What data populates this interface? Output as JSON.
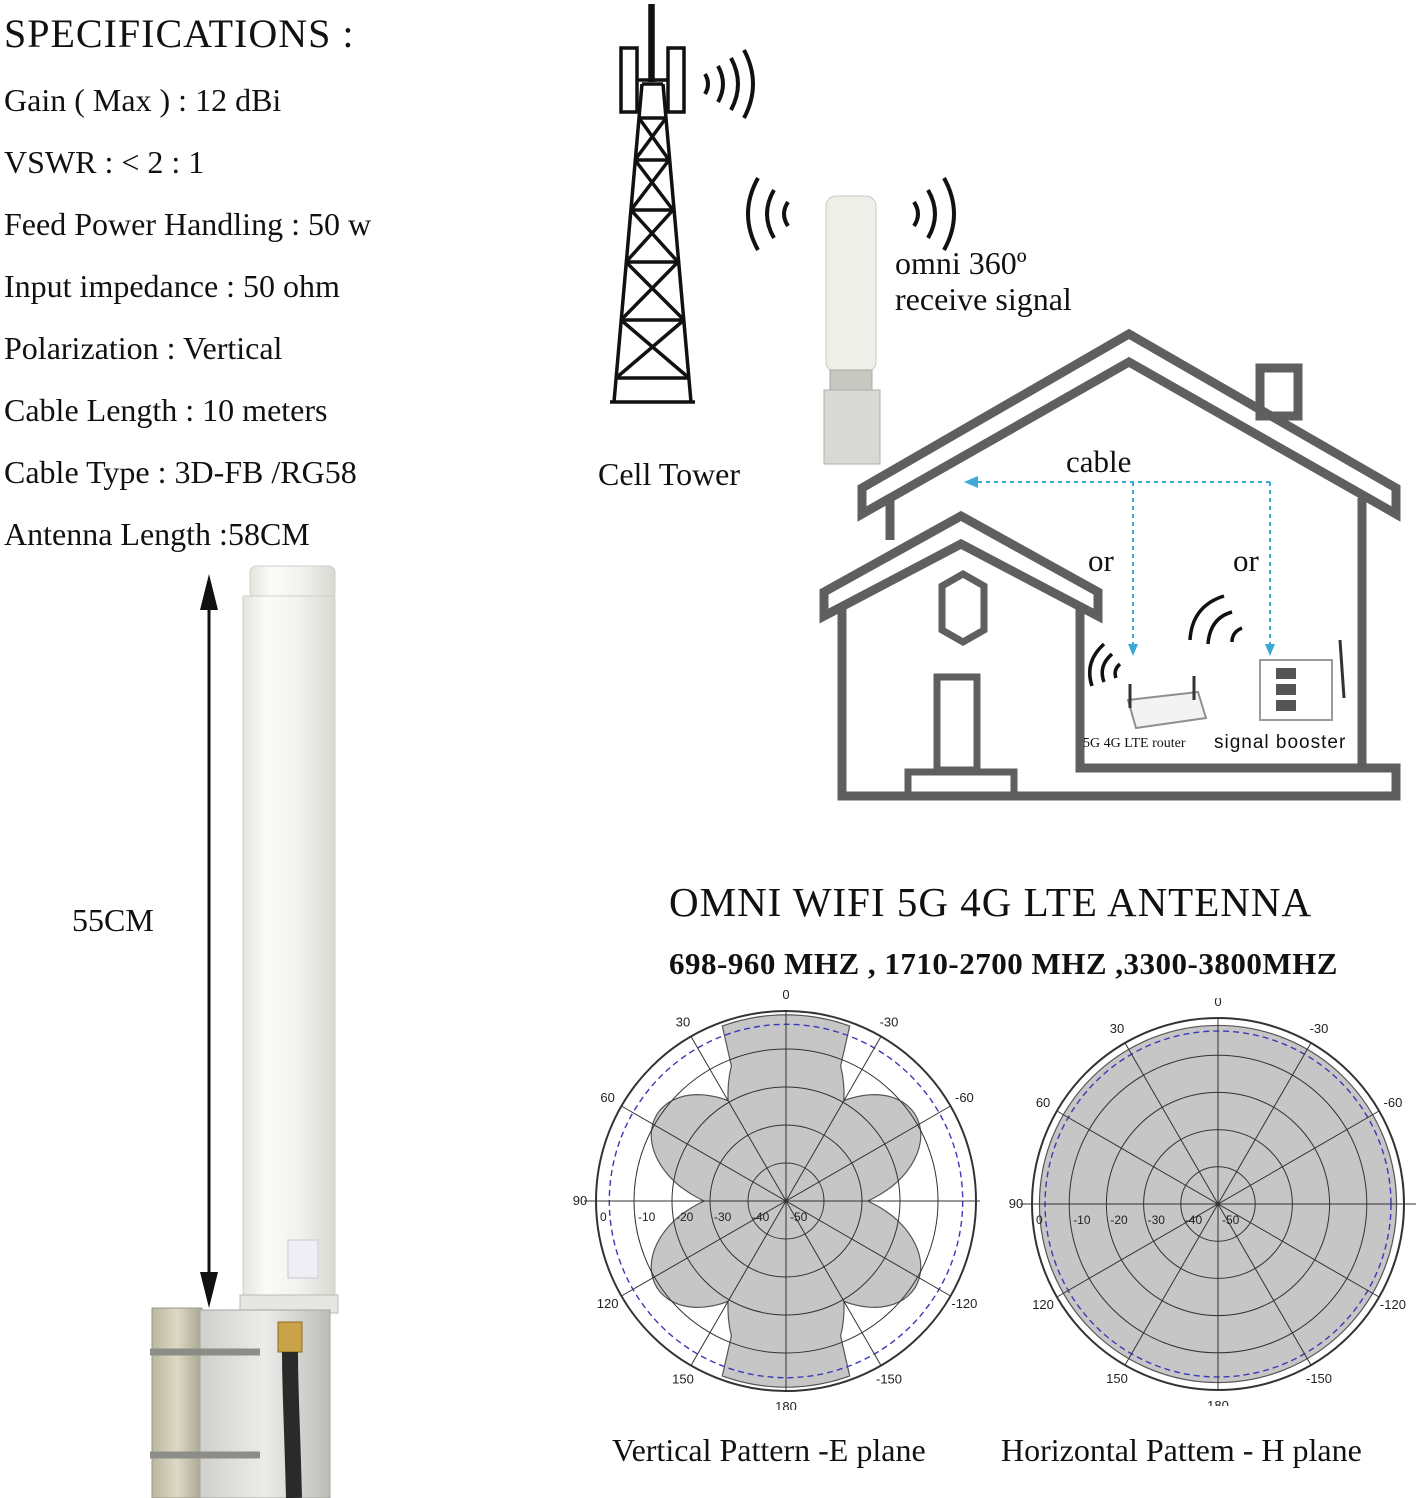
{
  "specs": {
    "title": "SPECIFICATIONS :",
    "items": [
      "Gain ( Max ) : 12 dBi",
      "VSWR : < 2 : 1",
      "Feed Power Handling : 50 w",
      "Input impedance : 50 ohm",
      "Polarization : Vertical",
      "Cable Length : 10 meters",
      "Cable Type : 3D-FB /RG58",
      "Antenna Length :58CM"
    ]
  },
  "dimension_label": "55CM",
  "diagram": {
    "tower_label": "Cell Tower",
    "omni_line1": "omni 360º",
    "omni_line2": "receive signal",
    "cable_label": "cable",
    "or_label_1": "or",
    "or_label_2": "or",
    "router_label": "5G 4G LTE router",
    "booster_label": "signal booster"
  },
  "product": {
    "title": "OMNI WIFI 5G 4G LTE ANTENNA",
    "frequencies": "698-960 MHZ , 1710-2700 MHZ ,3300-3800MHZ"
  },
  "patterns": {
    "angle_labels": [
      "0",
      "30",
      "-30",
      "60",
      "-60",
      "90",
      "120",
      "-120",
      "150",
      "-150",
      "180"
    ],
    "ring_labels": [
      "0",
      "-10",
      "-20",
      "-30",
      "-40",
      "-50"
    ],
    "vertical_caption": "Vertical Pattern -E plane",
    "horizontal_caption": "Horizontal Pattem - H plane"
  },
  "colors": {
    "line_gray": "#6b6b6b",
    "pattern_fill": "#c6c6c6",
    "dashed_ref": "#3a3ab8",
    "cable_arrow": "#3aa8d8"
  }
}
